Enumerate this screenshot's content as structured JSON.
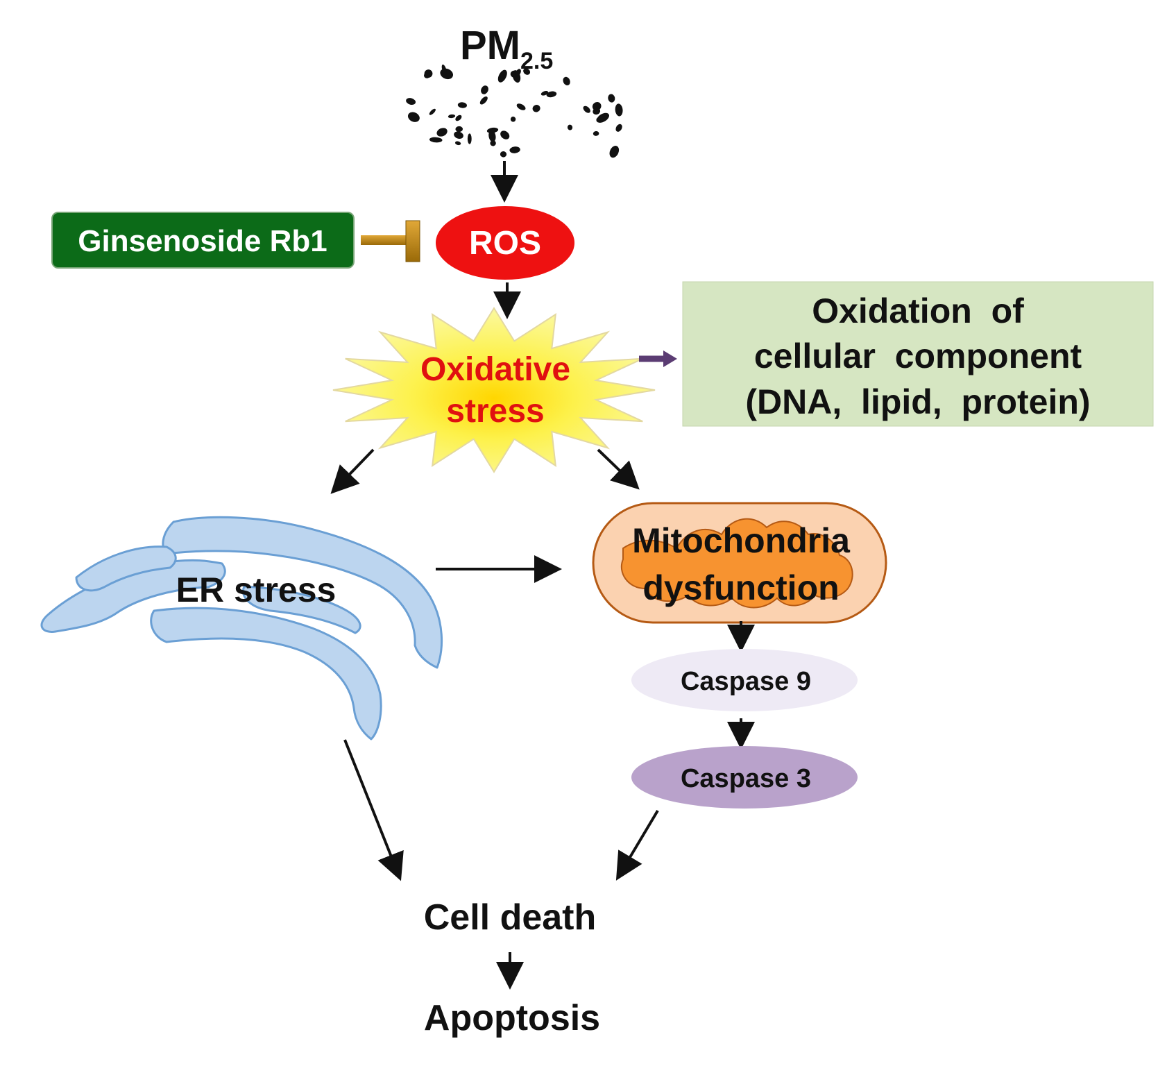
{
  "pm": {
    "main": "PM",
    "sub": "2.5"
  },
  "inhibitor": {
    "label": "Ginsenoside Rb1",
    "color": "#0c6b18"
  },
  "ros": {
    "label": "ROS",
    "color": "#ee1111"
  },
  "oxidative_stress": {
    "line1": "Oxidative",
    "line2": "stress",
    "text_color": "#e01010",
    "burst_color": "#fbf64a"
  },
  "oxidation_box": {
    "line1": "Oxidation  of",
    "line2": "cellular  component",
    "line3": "(DNA,  lipid,  protein)",
    "color": "#d6e6c2"
  },
  "er": {
    "label": "ER stress",
    "color": "#bcd5ef",
    "stroke": "#6a9fd4"
  },
  "mito": {
    "line1": "Mitochondria",
    "line2": "dysfunction",
    "outer": "#fbd2b0",
    "inner": "#f79330",
    "stroke": "#b55a14"
  },
  "caspase9": {
    "label": "Caspase 9",
    "color": "#eeeaf5"
  },
  "caspase3": {
    "label": "Caspase 3",
    "color": "#b9a2cb"
  },
  "cell_death": {
    "label": "Cell death"
  },
  "apoptosis": {
    "label": "Apoptosis"
  },
  "colors": {
    "arrow": "#111111",
    "purple_arrow": "#5b3c73",
    "inhibit_bar": "#c48a10"
  }
}
